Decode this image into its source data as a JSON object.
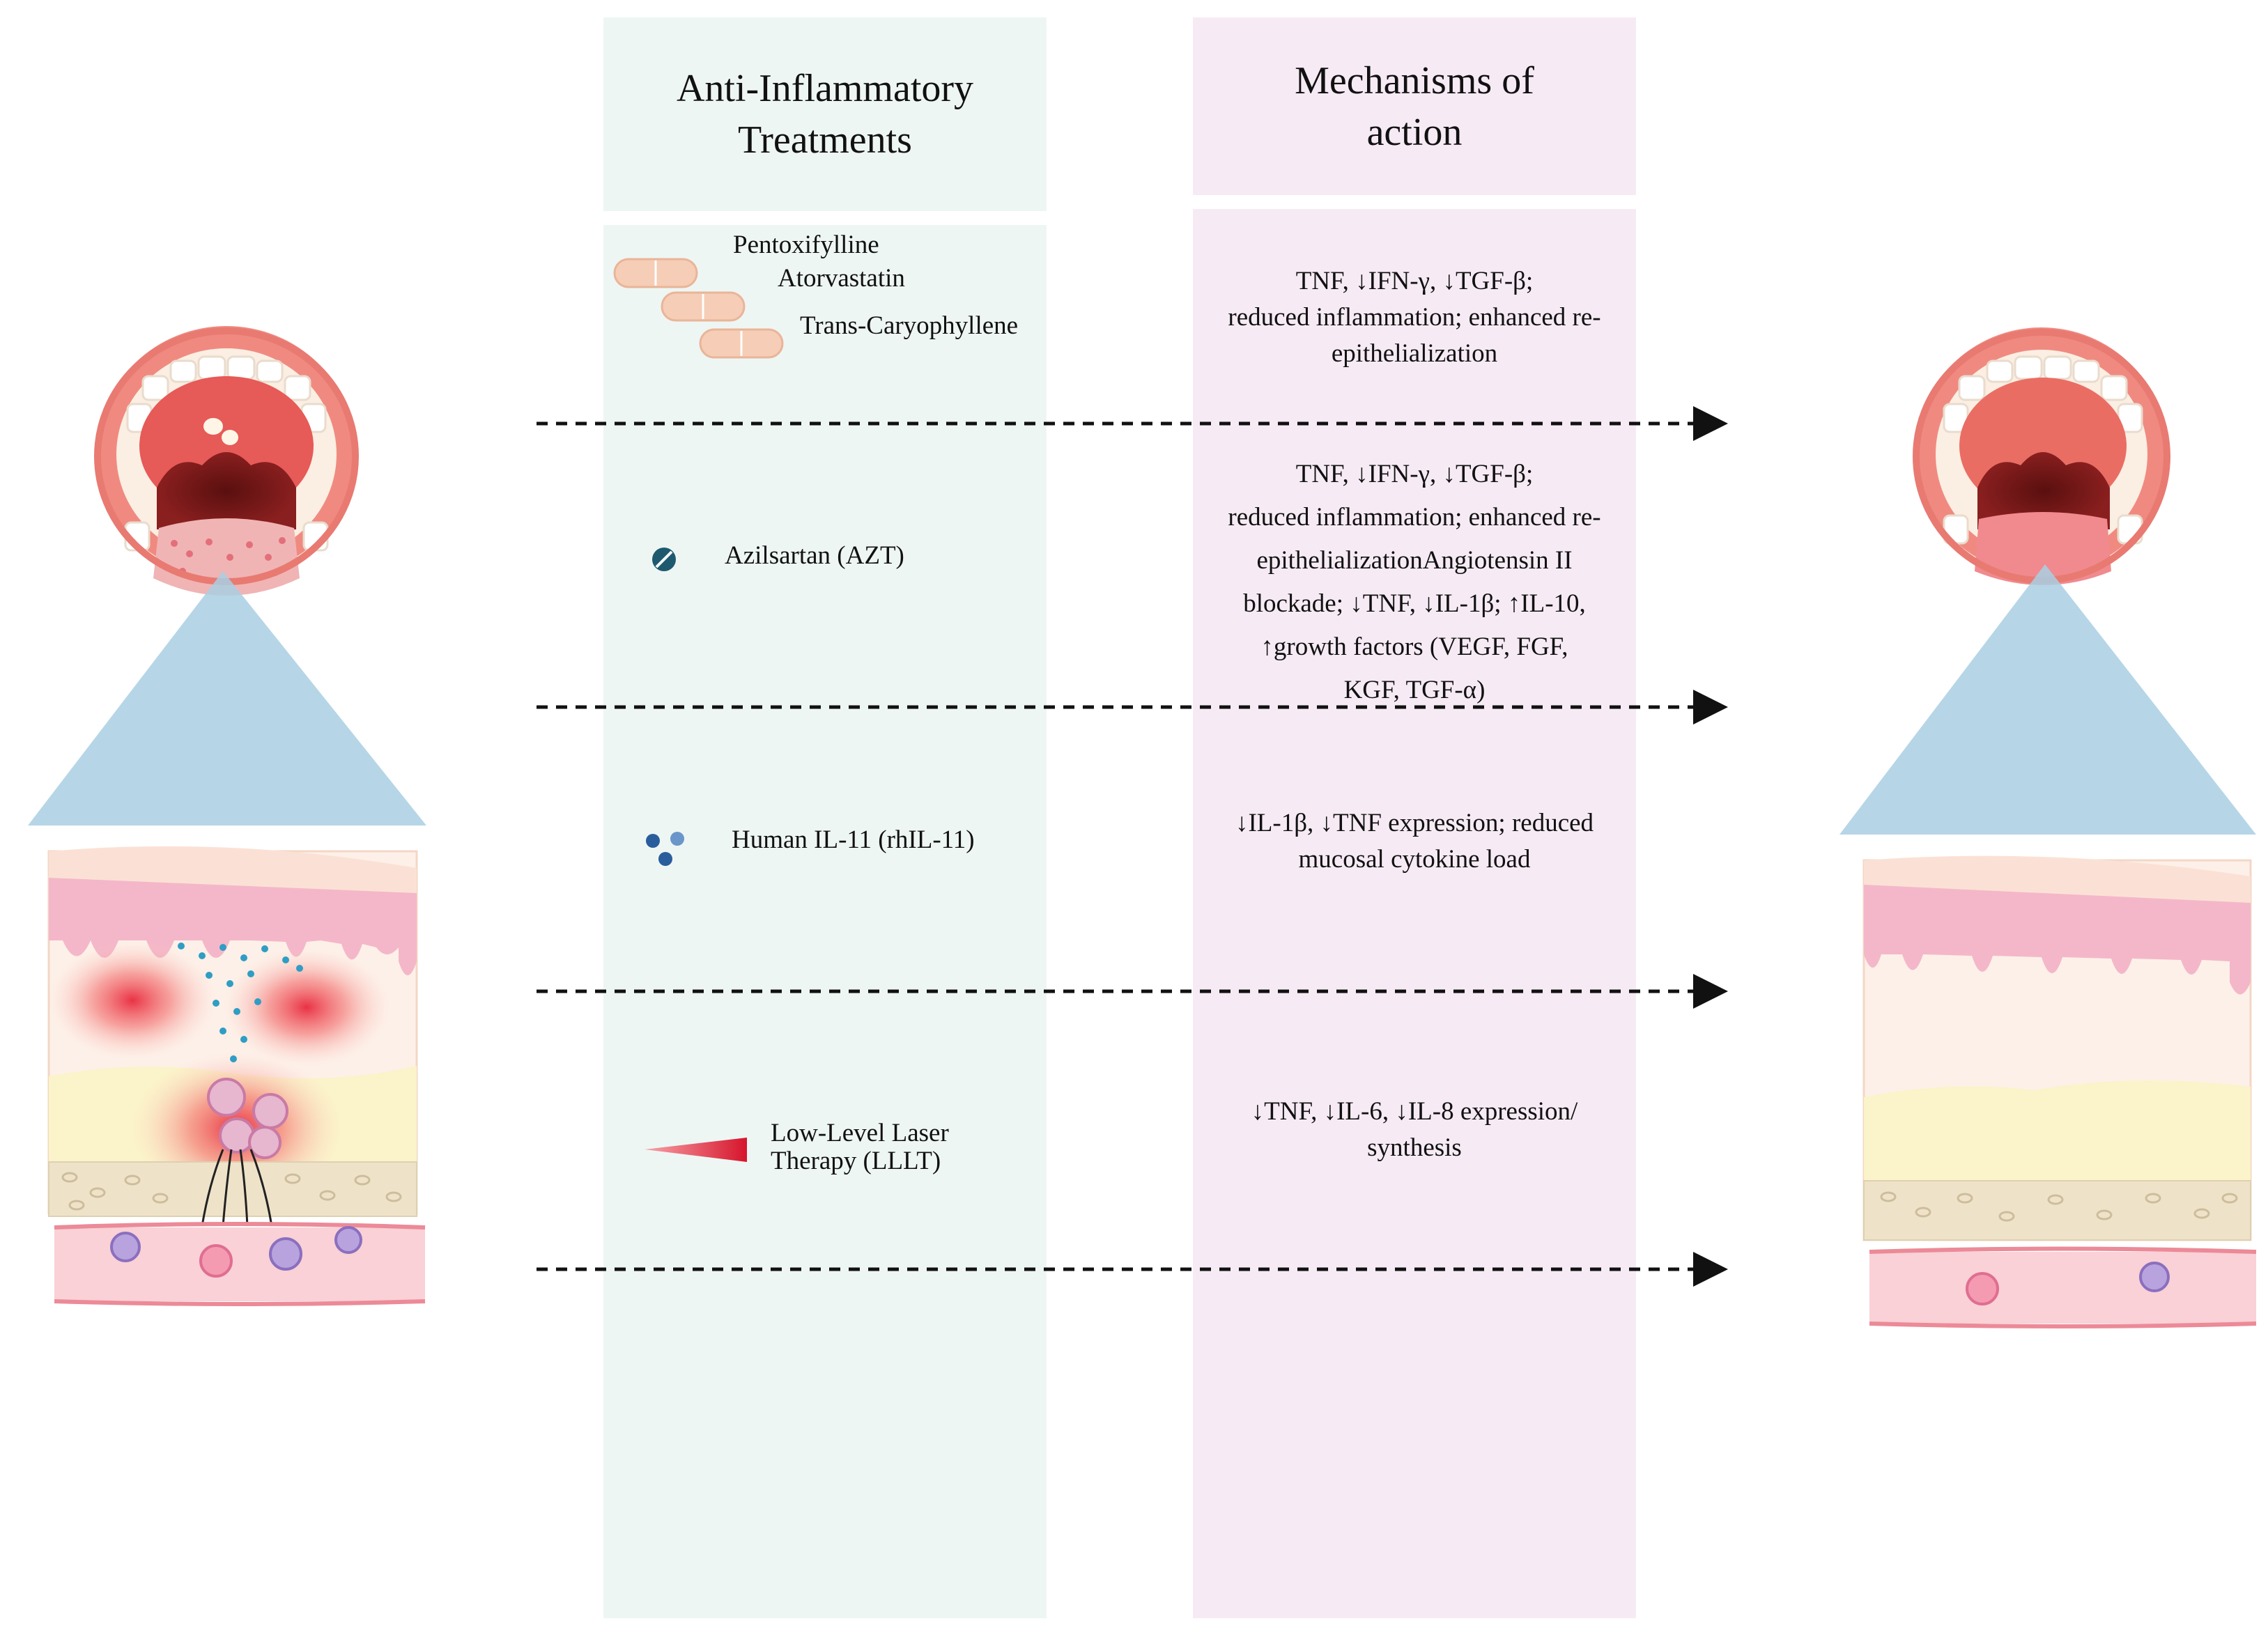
{
  "columns": {
    "treatments_header": "Anti-Inflammatory\nTreatments",
    "mechanisms_header": "Mechanisms of\naction"
  },
  "treatments": [
    {
      "names": [
        "Pentoxifylline",
        "Atorvastatin",
        "Trans-Caryophyllene"
      ],
      "icon": "pill-tablets-icon"
    },
    {
      "names": [
        "Azilsartan (AZT)"
      ],
      "icon": "pill-icon"
    },
    {
      "names": [
        "Human IL-11 (rhIL-11)"
      ],
      "icon": "molecule-dots-icon"
    },
    {
      "names": [
        "Low-Level Laser\nTherapy (LLLT)"
      ],
      "icon": "laser-beam-icon"
    }
  ],
  "mechanisms": [
    "TNF, ↓IFN-γ, ↓TGF-β;\nreduced inflammation; enhanced re-\nepithelialization",
    "TNF, ↓IFN-γ, ↓TGF-β;\nreduced inflammation; enhanced re-\nepithelializationAngiotensin II\nblockade; ↓TNF, ↓IL-1β; ↑IL-10,\n↑growth factors (VEGF, FGF,\nKGF, TGF-α)",
    "↓IL-1β, ↓TNF expression; reduced\nmucosal cytokine load",
    "↓TNF, ↓IL-6, ↓IL-8 expression/\nsynthesis"
  ],
  "colors": {
    "treatments_column": "#eef6f4",
    "mechanisms_column": "#f6ebf4",
    "arrow": "#111111",
    "mucosa": "#f4b7c9",
    "triangle": "#a9cfe3"
  }
}
